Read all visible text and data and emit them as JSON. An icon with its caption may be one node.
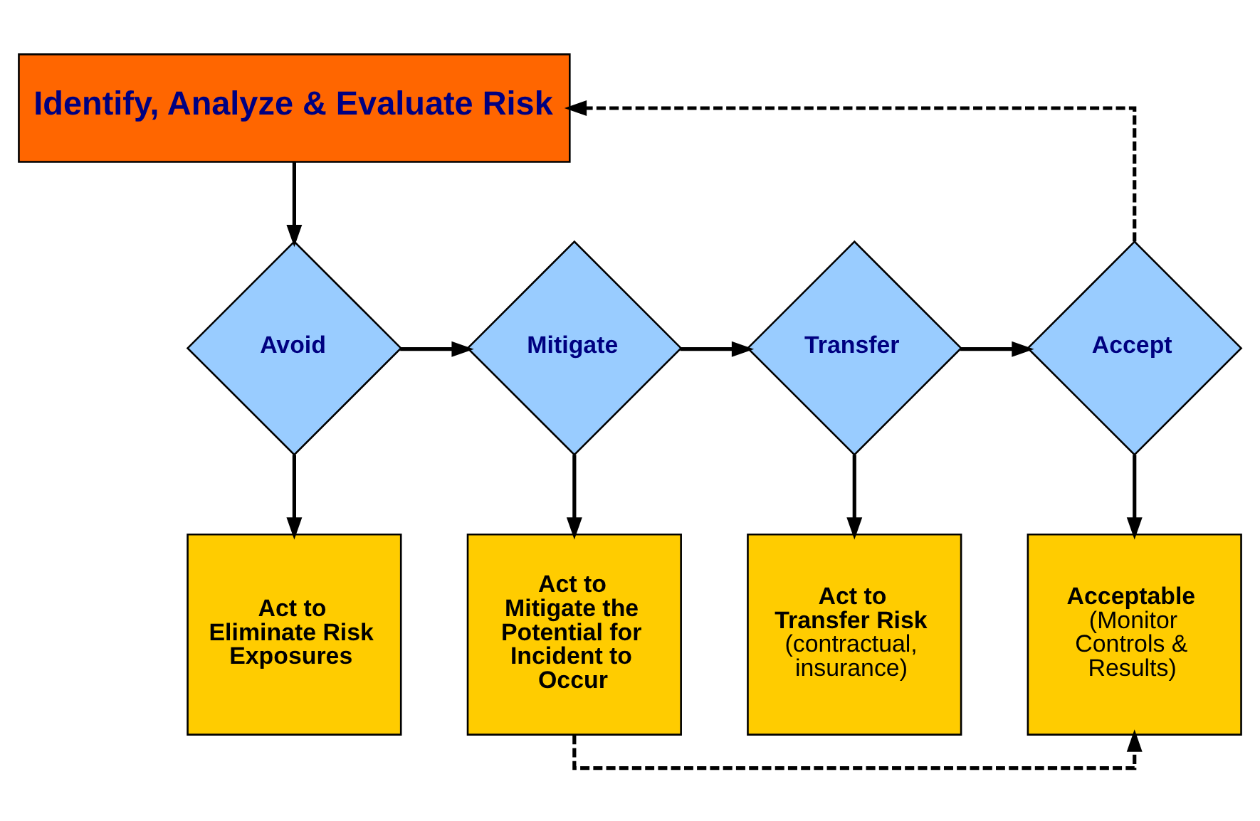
{
  "diagram": {
    "nodes": [
      {
        "text": [
          "Identify, Analyze & Evaluate Risk"
        ]
      },
      {
        "text": [
          "Avoid"
        ]
      },
      {
        "text": [
          "Mitigate"
        ]
      },
      {
        "text": [
          "Transfer"
        ]
      },
      {
        "text": [
          "Accept"
        ]
      },
      {
        "text": [
          "Act to Eliminate Risk Exposures"
        ]
      },
      {
        "text": [
          "Act to Mitigate the Potential for Incident to Occur"
        ]
      },
      {
        "text": [
          "Act to Transfer Risk",
          "(contractual, insurance)"
        ]
      },
      {
        "text": [
          "Acceptable",
          "(Monitor Controls & Results)"
        ]
      }
    ],
    "edges": [
      {
        "from": 0,
        "to": 1,
        "arrow": "to"
      },
      {
        "from": 1,
        "to": 2,
        "arrow": "to"
      },
      {
        "from": 2,
        "to": 3,
        "arrow": "to"
      },
      {
        "from": 3,
        "to": 4,
        "arrow": "to"
      },
      {
        "from": 1,
        "to": 5,
        "arrow": "to"
      },
      {
        "from": 2,
        "to": 6,
        "arrow": "to"
      },
      {
        "from": 3,
        "to": 7,
        "arrow": "to"
      },
      {
        "from": 4,
        "to": 8,
        "arrow": "to"
      },
      {
        "from": 4,
        "to": 0,
        "arrow": "to",
        "style": "dashed"
      },
      {
        "from": 6,
        "to": 8,
        "arrow": "to",
        "style": "dashed"
      }
    ]
  }
}
